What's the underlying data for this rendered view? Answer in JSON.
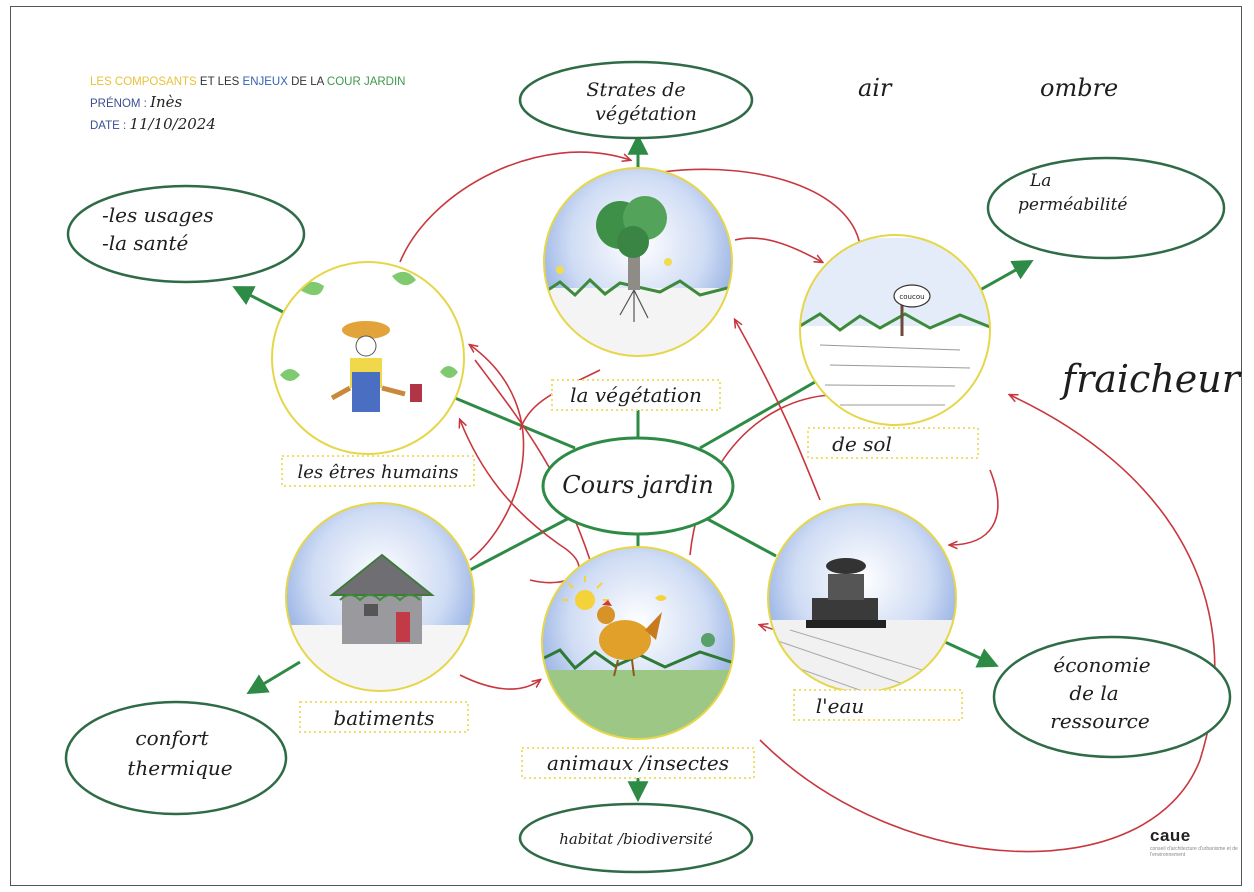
{
  "header": {
    "title_part1": "LES COMPOSANTS",
    "title_part2": " ET LES ",
    "title_part3": "ENJEUX",
    "title_part4": " DE LA ",
    "title_part5": "COUR JARDIN",
    "prenom_label": "PRÉNOM :",
    "prenom_value": "Inès",
    "date_label": "DATE :",
    "date_value": "11/10/2024"
  },
  "colors": {
    "green": "#2e8b46",
    "red": "#c8373e",
    "yellow_ring": "#e6d64a",
    "dotted_box": "#f0e06a",
    "title_yellow": "#e8c23b",
    "title_blue": "#2f62b8",
    "title_green": "#3e9a4a"
  },
  "diagram": {
    "center": "Cours jardin",
    "components": [
      {
        "id": "vegetation",
        "label": "la végétation",
        "icon": "tree-drawing"
      },
      {
        "id": "sol",
        "label": "de sol",
        "icon": "soil-sign-drawing"
      },
      {
        "id": "eau",
        "label": "l'eau",
        "icon": "fountain-drawing"
      },
      {
        "id": "animaux",
        "label": "animaux /insectes",
        "icon": "rooster-sun-drawing"
      },
      {
        "id": "batiments",
        "label": "batiments",
        "icon": "house-drawing"
      },
      {
        "id": "humains",
        "label": "les êtres humains",
        "icon": "gardener-drawing"
      }
    ],
    "sign_text": "coucou",
    "enjeux": [
      {
        "id": "strates",
        "lines": [
          "Strates de",
          "végétation"
        ]
      },
      {
        "id": "permeabilite",
        "lines": [
          "La",
          "perméabilité"
        ]
      },
      {
        "id": "economie",
        "lines": [
          "économie",
          "de la",
          "ressource"
        ]
      },
      {
        "id": "habitat",
        "lines": [
          "habitat /biodiversité"
        ]
      },
      {
        "id": "confort",
        "lines": [
          "confort",
          "thermique"
        ]
      },
      {
        "id": "usages",
        "lines": [
          "-les usages",
          "-la santé"
        ]
      }
    ],
    "free_words": [
      "air",
      "ombre",
      "fraicheur"
    ]
  },
  "logo": {
    "name": "caue",
    "tagline": "conseil d'architecture d'urbanisme et de l'environnement"
  }
}
